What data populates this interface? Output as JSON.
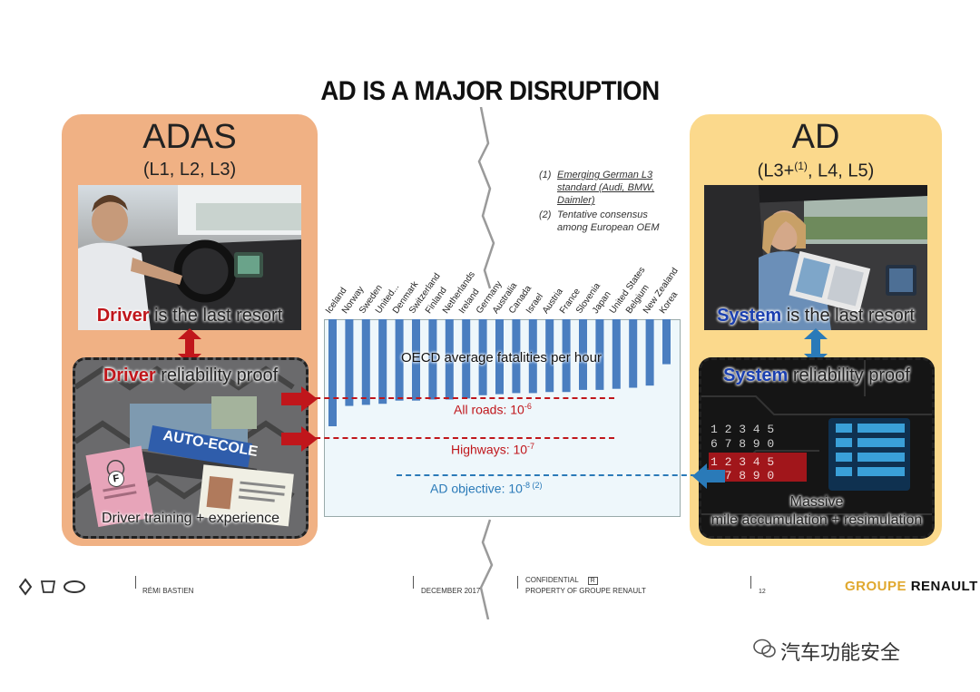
{
  "title": "AD IS A MAJOR DISRUPTION",
  "adas": {
    "heading": "ADAS",
    "levels": "(L1, L2, L3)",
    "resort_keyword": "Driver",
    "resort_rest": " is the last resort",
    "proof_keyword": "Driver",
    "proof_rest": " reliability proof",
    "sign_text": "AUTO-ECOLE",
    "caption": "Driver training + experience"
  },
  "ad": {
    "heading": "AD",
    "levels_prefix": "(L3+",
    "levels_sup": "(1)",
    "levels_suffix": ", L4, L5)",
    "resort_keyword": "System",
    "resort_rest": " is the last resort",
    "proof_keyword": "System",
    "proof_rest": " reliability proof",
    "caption_line1": "Massive",
    "caption_line2": "mile accumulation + resimulation"
  },
  "notes": [
    {
      "num": "(1)",
      "text": "Emerging German L3 standard (Audi, BMW, Daimler)"
    },
    {
      "num": "(2)",
      "text": "Tentative consensus among European OEM"
    }
  ],
  "chart_data": {
    "type": "bar",
    "title": "OECD average fatalities per hour",
    "categories": [
      "Iceland",
      "Norway",
      "Sweden",
      "United...",
      "Denmark",
      "Switzerland",
      "Finland",
      "Netherlands",
      "Ireland",
      "Germany",
      "Australia",
      "Canada",
      "Israel",
      "Austria",
      "France",
      "Slovenia",
      "Japan",
      "United States",
      "Belgium",
      "New Zealand",
      "Korea"
    ],
    "values": [
      1.0,
      0.81,
      0.8,
      0.79,
      0.76,
      0.76,
      0.75,
      0.75,
      0.74,
      0.71,
      0.7,
      0.69,
      0.69,
      0.68,
      0.68,
      0.66,
      0.66,
      0.65,
      0.64,
      0.62,
      0.42
    ],
    "reference_lines": [
      {
        "label": "All roads: 10",
        "exp": "-6",
        "color": "#c0161b",
        "level": 0.63
      },
      {
        "label": "Highways: 10",
        "exp": "-7",
        "color": "#c0161b",
        "level": 0.42
      },
      {
        "label": "AD objective: 10",
        "exp": "-8 (2)",
        "color": "#2a7ab8",
        "level": 0.22
      }
    ],
    "bar_color": "#4a7ec0"
  },
  "footer": {
    "author": "RÉMI BASTIEN",
    "date": "DECEMBER 2017",
    "confidential": "CONFIDENTIAL",
    "confidential_mark": "R",
    "property": "PROPERTY OF GROUPE RENAULT",
    "page": "12",
    "brand_light": "GROUPE ",
    "brand_bold": "RENAULT"
  },
  "watermark": "汽车功能安全"
}
